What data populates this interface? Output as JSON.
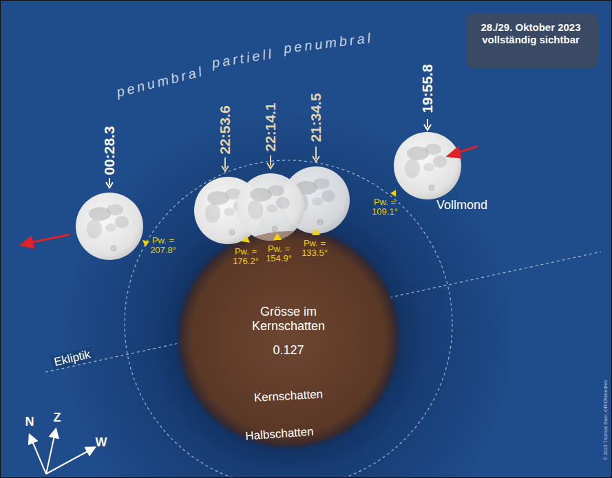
{
  "diagram": {
    "nodes": [
      {
        "text": [
          "28./29. Oktober 2023 vollständig sichtbar"
        ]
      },
      {
        "text": [
          "Halbschatten"
        ]
      },
      {
        "text": [
          "Grösse im Kernschatten",
          "0.127",
          "Kernschatten"
        ],
        "in": 1
      }
    ],
    "labels": [
      "penumbral",
      "partiell",
      "penumbral",
      "00:28.3",
      "22:53.6",
      "22:14.1",
      "21:34.5",
      "19:55.8",
      "Pw. = 109.1°",
      "Pw. = 133.5°",
      "Pw. = 154.9°",
      "Pw. = 176.2°",
      "Pw. = 207.8°",
      "Vollmond",
      "Ekliptik",
      "N",
      "Z",
      "W",
      "© 2023 Thomas Baer, ORIONmedien"
    ]
  }
}
